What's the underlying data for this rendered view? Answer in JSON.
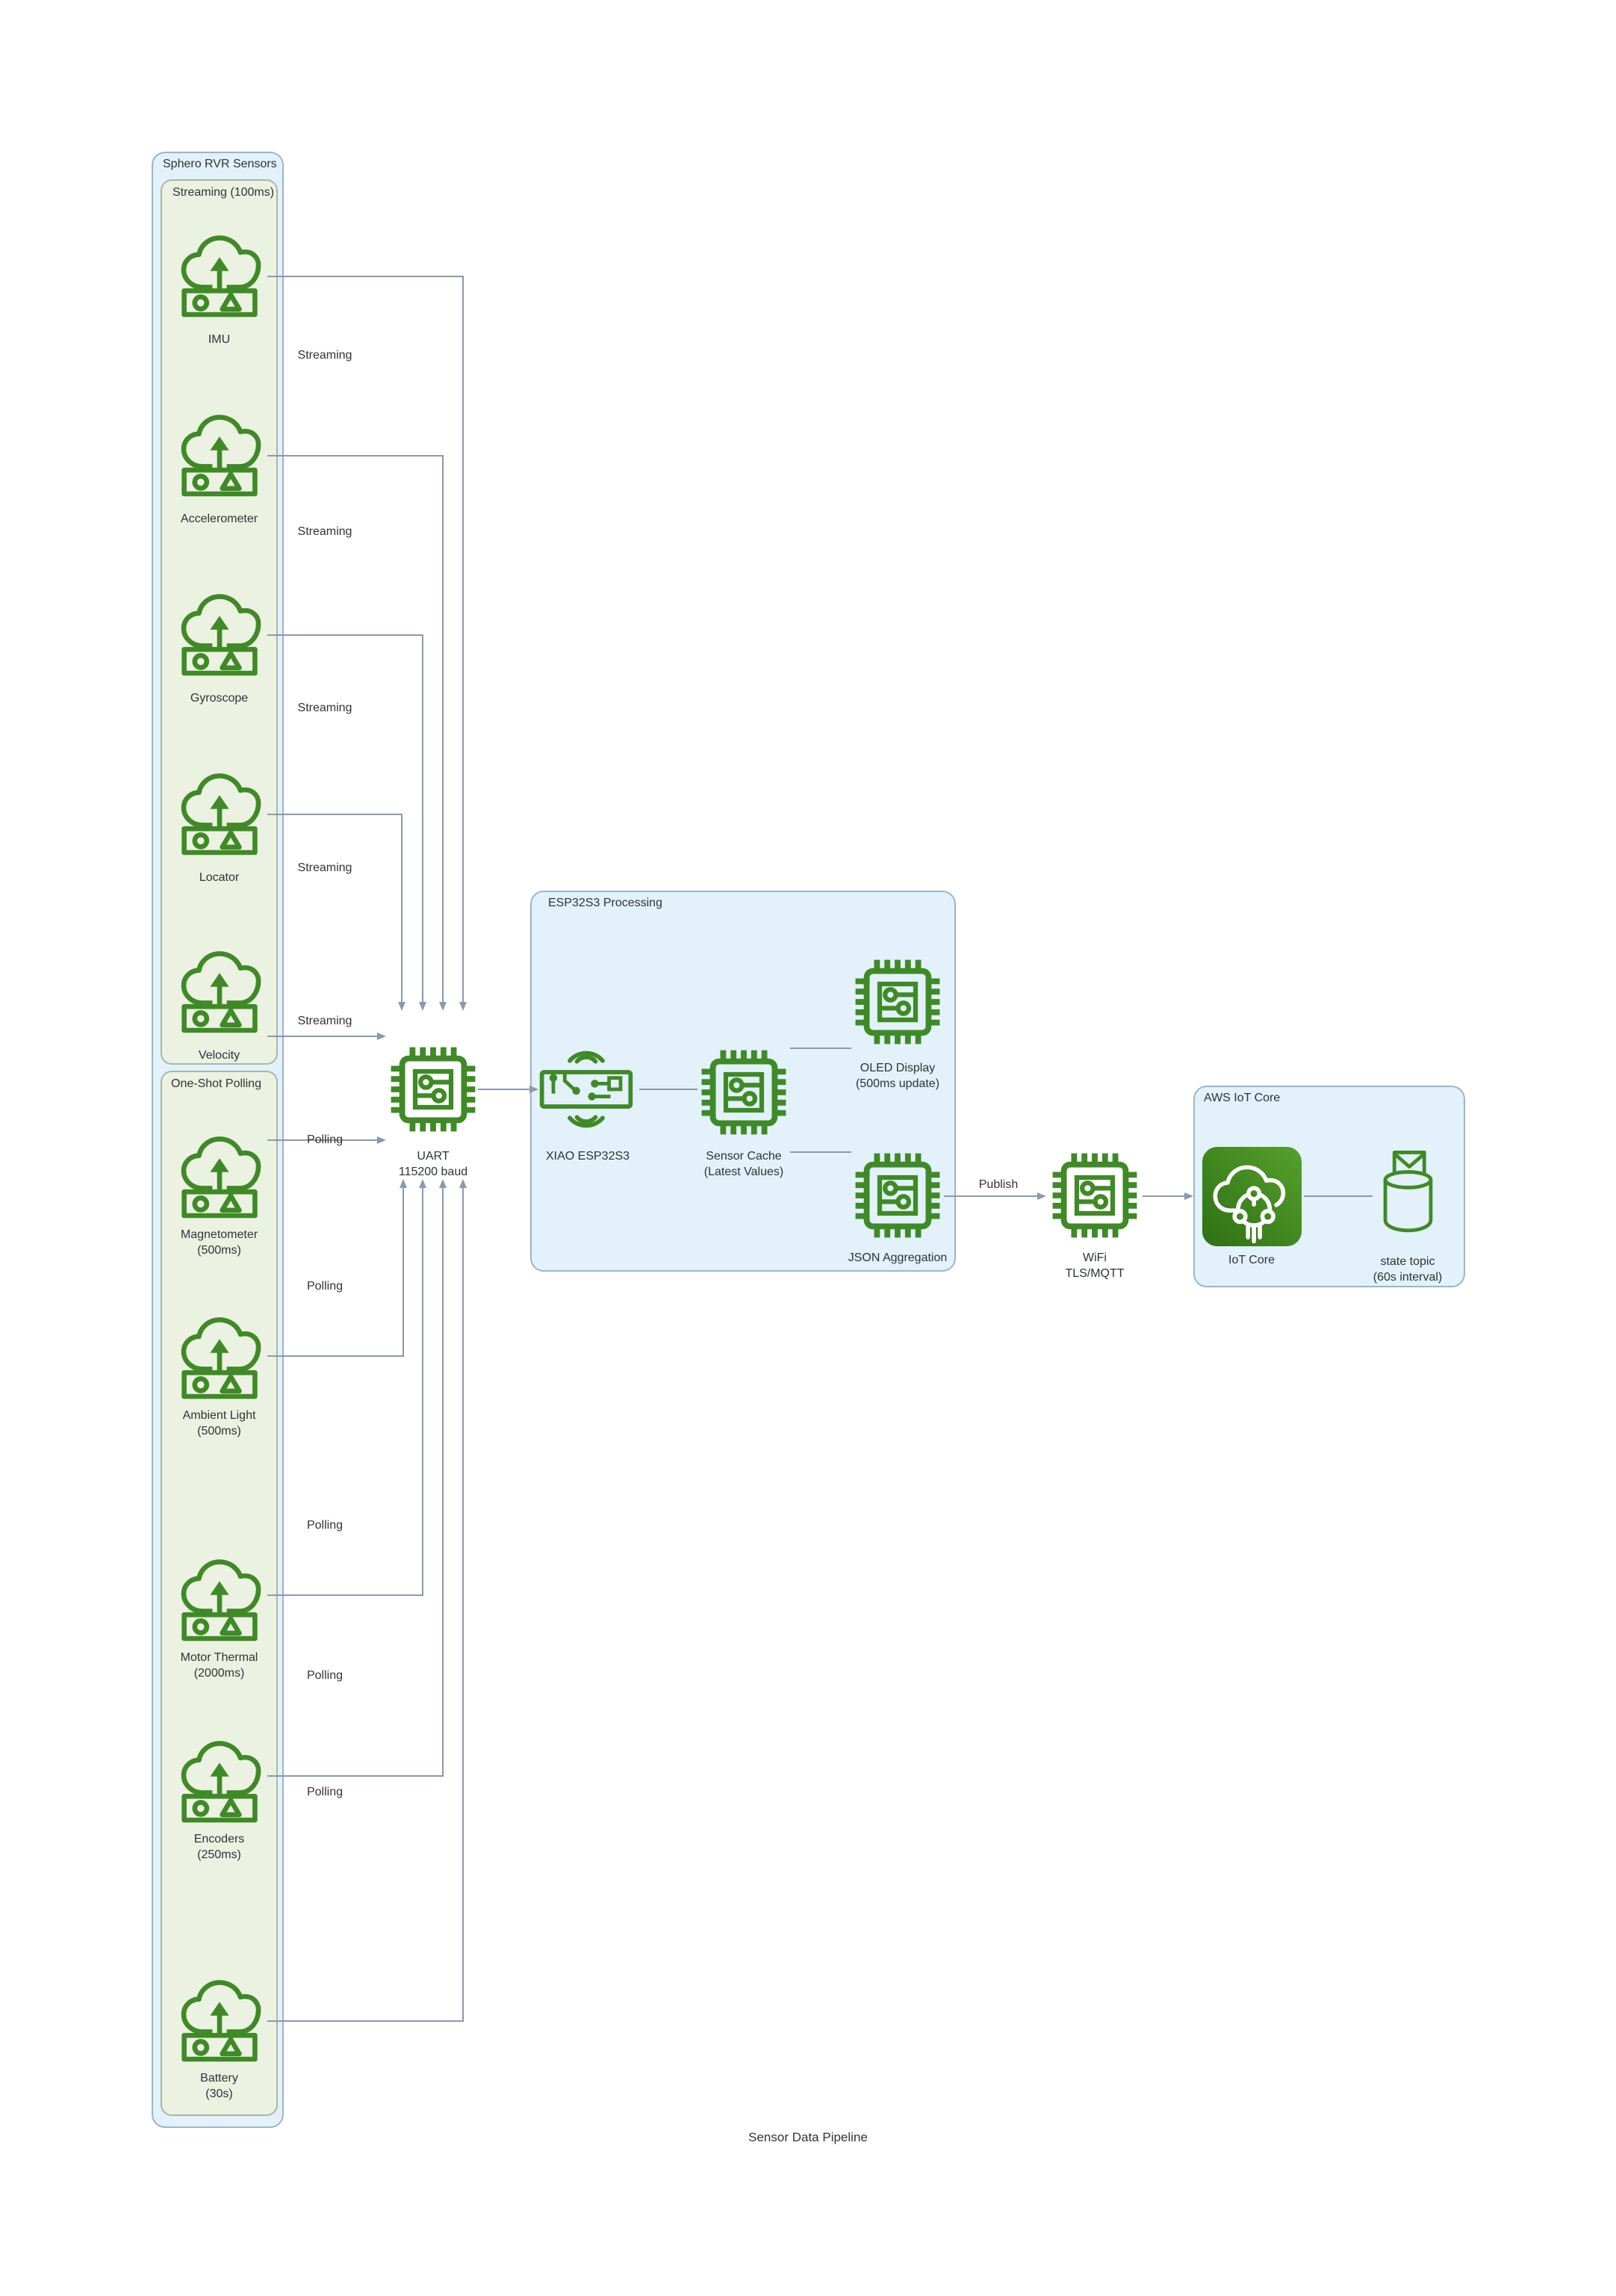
{
  "diagram_title": "Sensor Data Pipeline",
  "containers": {
    "sphero": {
      "label": "Sphero RVR Sensors"
    },
    "streaming_group": {
      "label": "Streaming (100ms)"
    },
    "polling_group": {
      "label": "One-Shot Polling"
    },
    "esp": {
      "label": "ESP32S3 Processing"
    },
    "aws": {
      "label": "AWS IoT Core"
    }
  },
  "nodes": {
    "streaming_sensors": [
      {
        "label": "IMU"
      },
      {
        "label": "Accelerometer"
      },
      {
        "label": "Gyroscope"
      },
      {
        "label": "Locator"
      },
      {
        "label": "Velocity"
      }
    ],
    "polling_sensors": [
      {
        "label": "Magnetometer",
        "sub": "(500ms)"
      },
      {
        "label": "Ambient Light",
        "sub": "(500ms)"
      },
      {
        "label": "Motor Thermal",
        "sub": "(2000ms)"
      },
      {
        "label": "Encoders",
        "sub": "(250ms)"
      },
      {
        "label": "Battery",
        "sub": "(30s)"
      }
    ],
    "uart": {
      "label": "UART",
      "sub": "115200 baud"
    },
    "xiao": {
      "label": "XIAO ESP32S3"
    },
    "sensor_cache": {
      "label": "Sensor Cache",
      "sub": "(Latest Values)"
    },
    "oled": {
      "label": "OLED Display",
      "sub": "(500ms update)"
    },
    "json_agg": {
      "label": "JSON Aggregation"
    },
    "wifi": {
      "label": "WiFi",
      "sub": "TLS/MQTT"
    },
    "iot_core": {
      "label": "IoT Core"
    },
    "state_topic": {
      "label": "state topic",
      "sub": "(60s interval)"
    }
  },
  "edge_labels": {
    "streaming": "Streaming",
    "polling": "Polling",
    "publish": "Publish"
  },
  "colors": {
    "icon_green": "#3F8A26",
    "edge_gray": "#8A99AD",
    "container_blue_fill": "#E2F1FA",
    "container_blue_border": "#9CB5C9",
    "container_green_fill": "#ECF2E2",
    "container_green_border": "#A8B7A4",
    "iot_gradient_dark": "#2E7014",
    "iot_gradient_light": "#55A02C"
  }
}
